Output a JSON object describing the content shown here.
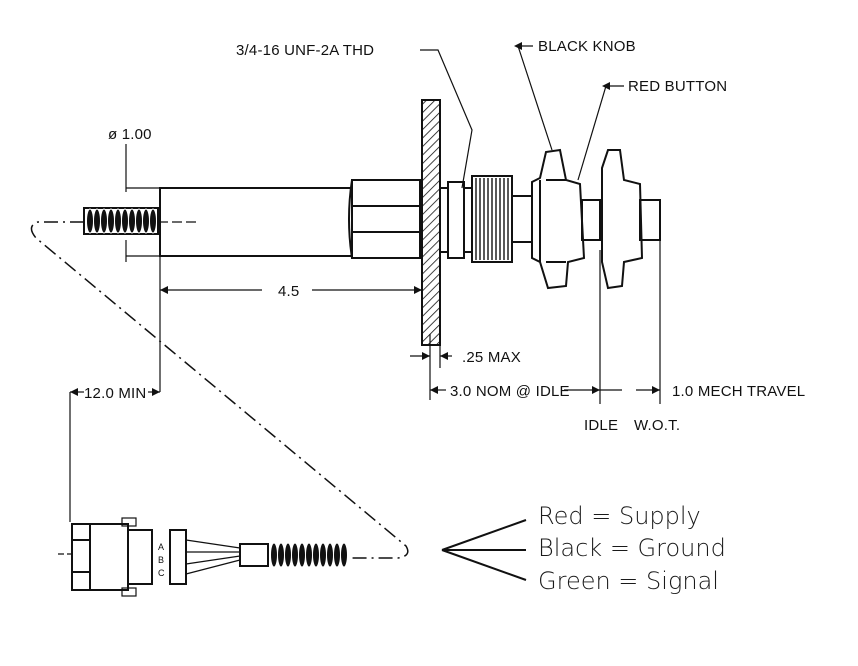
{
  "dimensions": {
    "thread": "3/4-16 UNF-2A THD",
    "black_knob": "BLACK KNOB",
    "red_button": "RED BUTTON",
    "diameter": "ø 1.00",
    "length": "4.5",
    "max": ".25 MAX",
    "nominal": "3.0 NOM @ IDLE",
    "travel": "1.0 MECH TRAVEL",
    "cable_min": "12.0 MIN",
    "idle": "IDLE",
    "wot": "W.O.T."
  },
  "connector": {
    "pin_c": "C",
    "pin_b": "B",
    "pin_a": "A"
  },
  "legend": [
    "Red = Supply",
    "Black = Ground",
    "Green = Signal"
  ]
}
